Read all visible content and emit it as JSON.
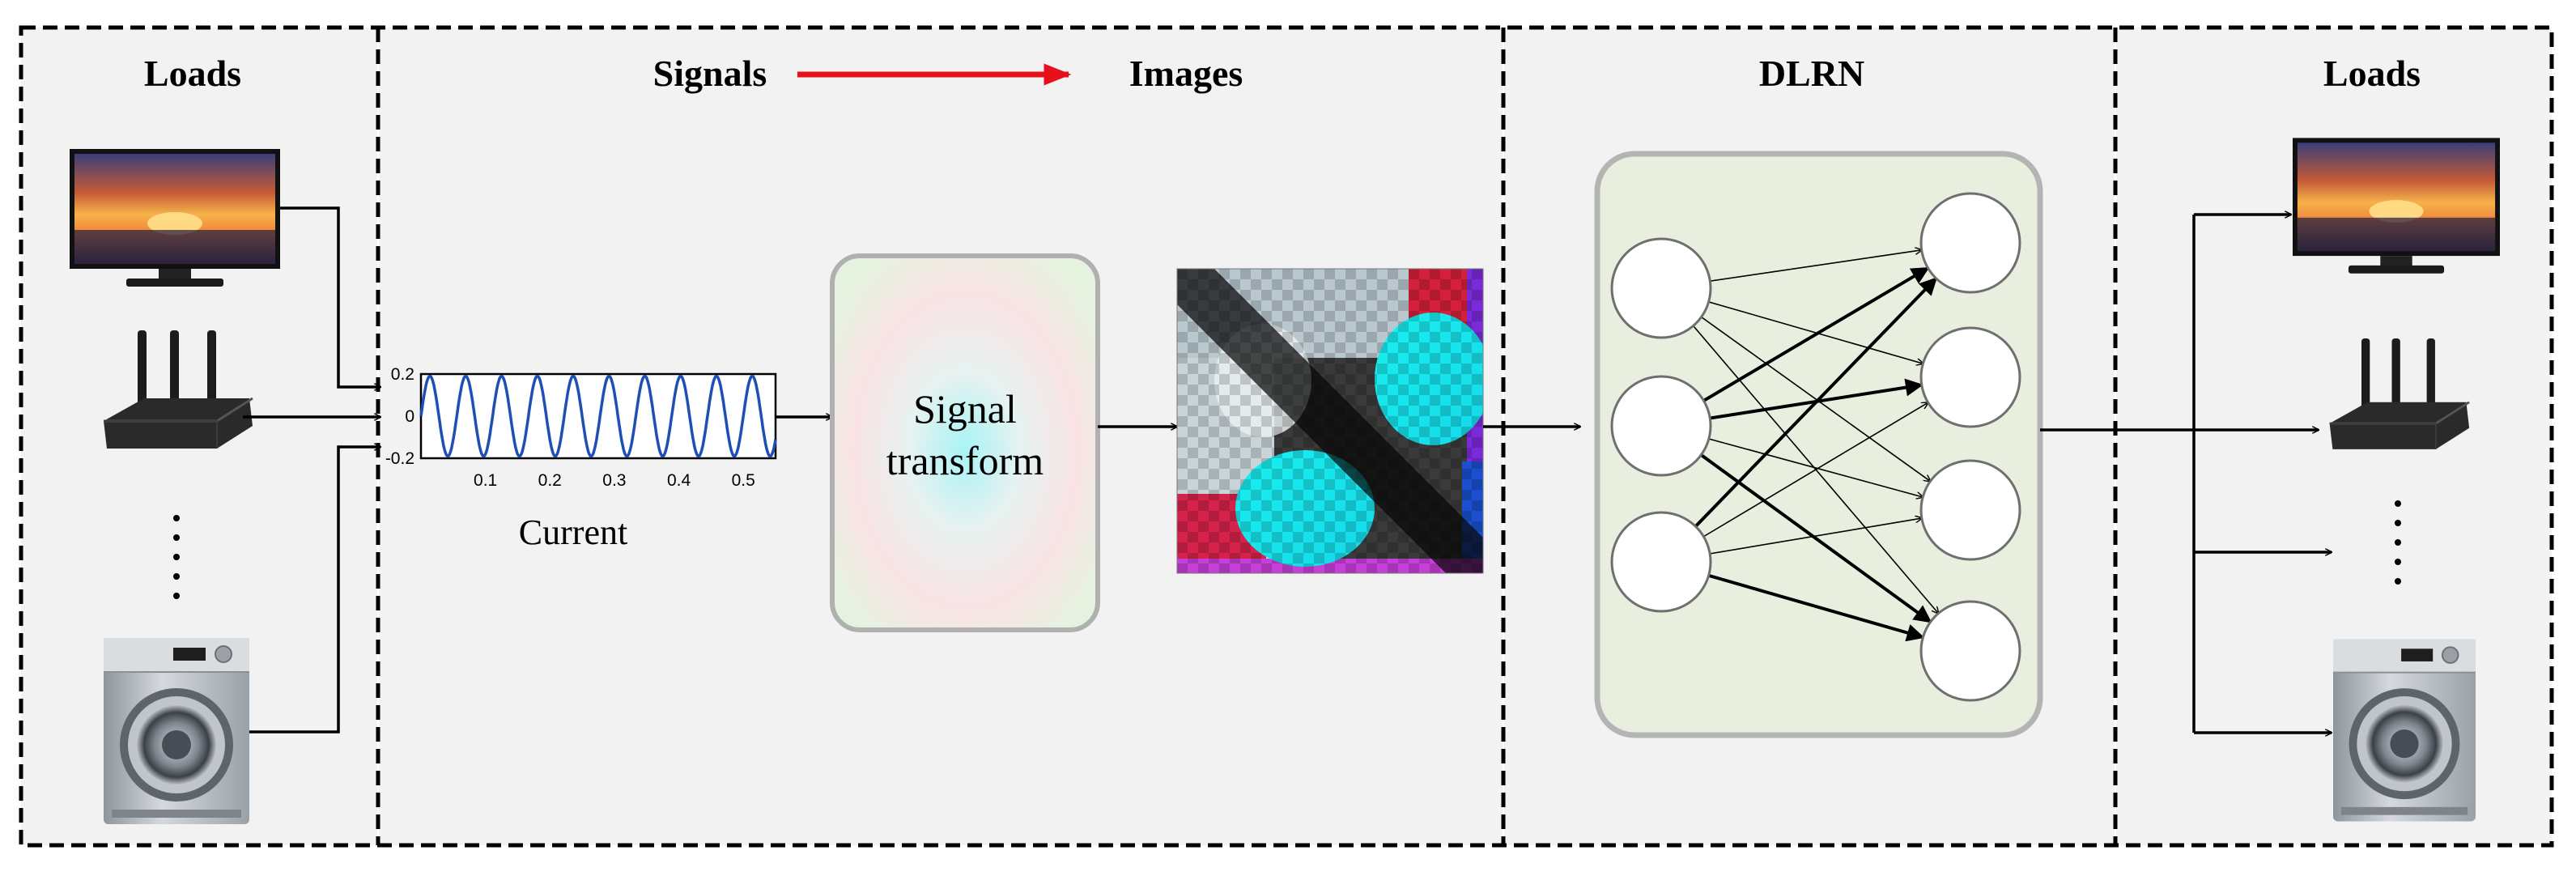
{
  "sections": {
    "loads_in_title": "Loads",
    "signals_title": "Signals",
    "images_title": "Images",
    "dlrn_title": "DLRN",
    "loads_out_title": "Loads"
  },
  "waveform": {
    "caption": "Current",
    "y_ticks": [
      "0.2",
      "0",
      "-0.2"
    ],
    "x_ticks": [
      "0.1",
      "0.2",
      "0.3",
      "0.4",
      "0.5"
    ]
  },
  "transform": {
    "line1": "Signal",
    "line2": "transform"
  },
  "icons": {
    "input": [
      "television-icon",
      "router-icon",
      "washing-machine-icon"
    ],
    "output": [
      "television-icon",
      "router-icon",
      "washing-machine-icon"
    ]
  },
  "network": {
    "input_nodes": 3,
    "output_nodes": 4
  },
  "colors": {
    "process_arrow": "#e8101a",
    "panel_bg": "#f2f2f2",
    "dlrn_box": "#e8efdf"
  }
}
